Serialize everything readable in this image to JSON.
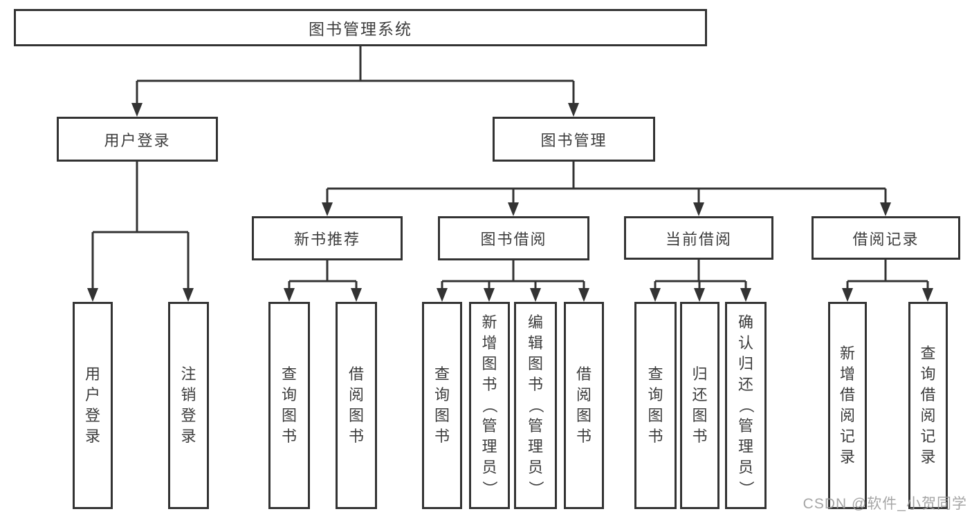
{
  "diagram": {
    "root": {
      "label": "图书管理系统"
    },
    "user_login": {
      "label": "用户登录",
      "children": {
        "login": {
          "label": "用户登录"
        },
        "logout": {
          "label": "注销登录"
        }
      }
    },
    "book_management": {
      "label": "图书管理",
      "sections": {
        "new_book_recommendation": {
          "label": "新书推荐",
          "children": {
            "query_books": {
              "label": "查询图书"
            },
            "borrow_books": {
              "label": "借阅图书"
            }
          }
        },
        "book_borrowing": {
          "label": "图书借阅",
          "children": {
            "query_books": {
              "label": "查询图书"
            },
            "add_books_admin": {
              "label": "新增图书（管理员）"
            },
            "edit_books_admin": {
              "label": "编辑图书（管理员）"
            },
            "borrow_books": {
              "label": "借阅图书"
            }
          }
        },
        "current_borrowing": {
          "label": "当前借阅",
          "children": {
            "query_books": {
              "label": "查询图书"
            },
            "return_books": {
              "label": "归还图书"
            },
            "confirm_return_admin": {
              "label": "确认归还（管理员）"
            }
          }
        },
        "borrowing_records": {
          "label": "借阅记录",
          "children": {
            "add_record": {
              "label": "新增借阅记录"
            },
            "query_record": {
              "label": "查询借阅记录"
            }
          }
        }
      }
    }
  },
  "colors": {
    "line": "#333333",
    "text": "#3c3c3c",
    "watermark": "#9c9c9c"
  },
  "watermark": {
    "text": "CSDN @软件_小贺同学"
  }
}
